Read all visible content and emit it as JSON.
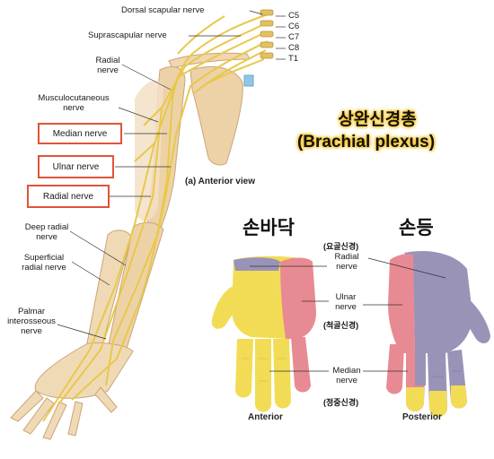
{
  "arm_labels": {
    "dorsal_scapular": "Dorsal scapular nerve",
    "suprascapular": "Suprascapular nerve",
    "radial_top_1": "Radial",
    "radial_top_2": "nerve",
    "musculo_1": "Musculocutaneous",
    "musculo_2": "nerve",
    "deep_radial_1": "Deep radial",
    "deep_radial_2": "nerve",
    "superficial_1": "Superficial",
    "superficial_2": "radial nerve",
    "palmar_1": "Palmar",
    "palmar_2": "interosseous",
    "palmar_3": "nerve",
    "anterior_view": "(a) Anterior view"
  },
  "roots": [
    "C5",
    "C6",
    "C7",
    "C8",
    "T1"
  ],
  "boxed_labels": {
    "median": "Median nerve",
    "ulnar": "Ulnar nerve",
    "radial": "Radial nerve"
  },
  "title": {
    "korean": "상완신경총",
    "english": "(Brachial plexus)"
  },
  "hands": {
    "palm_title": "손바닥",
    "back_title": "손등",
    "radial_ko": "(요골신경)",
    "radial_en_1": "Radial",
    "radial_en_2": "nerve",
    "ulnar_en_1": "Ulnar",
    "ulnar_en_2": "nerve",
    "ulnar_ko": "(척골신경)",
    "median_en_1": "Median",
    "median_en_2": "nerve",
    "median_ko": "(정중신경)",
    "anterior": "Anterior",
    "posterior": "Posterior"
  },
  "colors": {
    "radial": "#9a93b8",
    "ulnar": "#e88a93",
    "median": "#f2dc55",
    "box_border": "#e0543a",
    "title_glow": "#f6c21c"
  }
}
